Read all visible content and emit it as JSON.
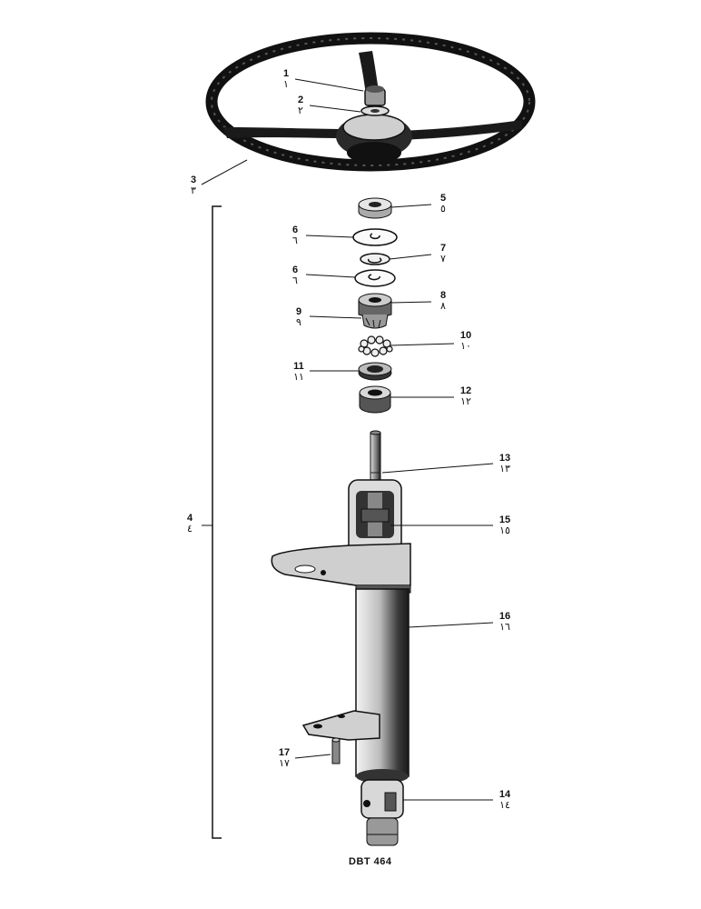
{
  "figure_ref": "DBT 464",
  "callouts": [
    {
      "id": "1",
      "en": "1",
      "ar": "١"
    },
    {
      "id": "2",
      "en": "2",
      "ar": "٢"
    },
    {
      "id": "3",
      "en": "3",
      "ar": "٣"
    },
    {
      "id": "4",
      "en": "4",
      "ar": "٤"
    },
    {
      "id": "5",
      "en": "5",
      "ar": "٥"
    },
    {
      "id": "6a",
      "en": "6",
      "ar": "٦"
    },
    {
      "id": "6b",
      "en": "6",
      "ar": "٦"
    },
    {
      "id": "7",
      "en": "7",
      "ar": "٧"
    },
    {
      "id": "8",
      "en": "8",
      "ar": "٨"
    },
    {
      "id": "9",
      "en": "9",
      "ar": "٩"
    },
    {
      "id": "10",
      "en": "10",
      "ar": "١٠"
    },
    {
      "id": "11",
      "en": "11",
      "ar": "١١"
    },
    {
      "id": "12",
      "en": "12",
      "ar": "١٢"
    },
    {
      "id": "13",
      "en": "13",
      "ar": "١٣"
    },
    {
      "id": "14",
      "en": "14",
      "ar": "١٤"
    },
    {
      "id": "15",
      "en": "15",
      "ar": "١٥"
    },
    {
      "id": "16",
      "en": "16",
      "ar": "١٦"
    },
    {
      "id": "17",
      "en": "17",
      "ar": "١٧"
    }
  ],
  "colors": {
    "ink": "#111111",
    "paper": "#ffffff",
    "shade": "#8a8a8a",
    "light": "#d6d6d6"
  }
}
